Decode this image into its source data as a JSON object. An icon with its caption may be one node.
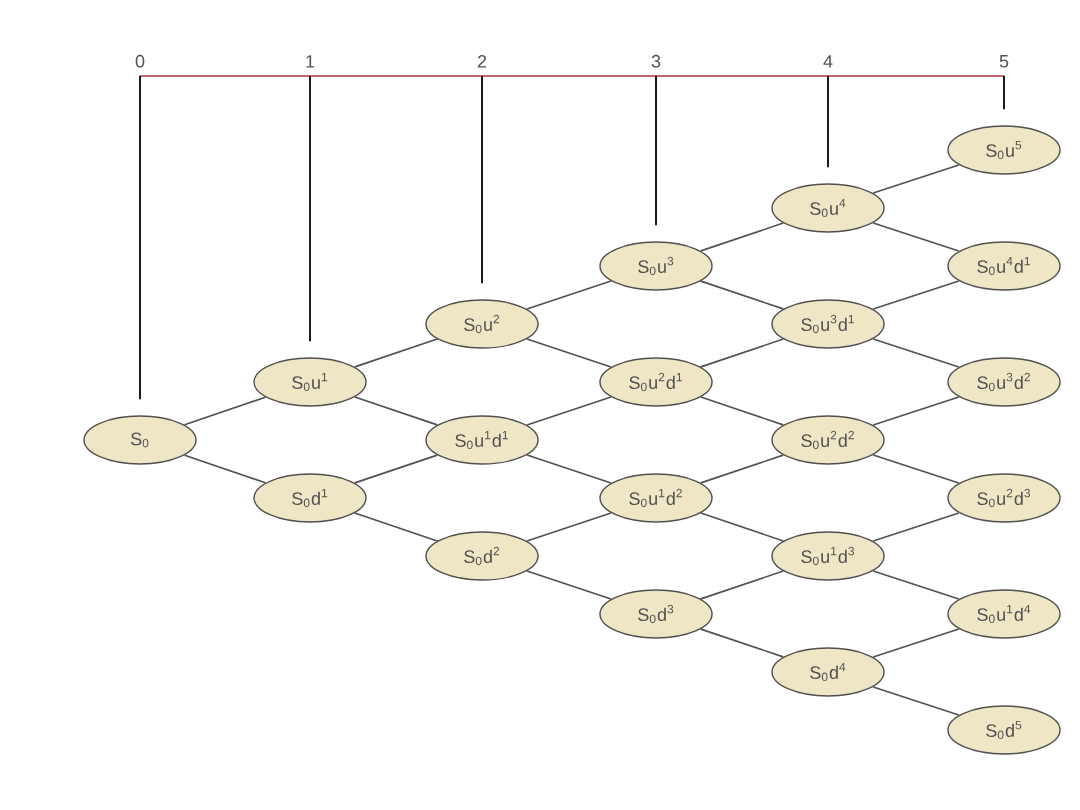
{
  "diagram": {
    "nodes": [
      {
        "text": [
          "0"
        ]
      },
      {
        "text": [
          "1"
        ]
      },
      {
        "text": [
          "2"
        ]
      },
      {
        "text": [
          "3"
        ]
      },
      {
        "text": [
          "4"
        ]
      },
      {
        "text": [
          "5"
        ]
      },
      {
        "text": [
          "S$_{0}$"
        ]
      },
      {
        "text": [
          "S$_{0}$u$^{1}$"
        ]
      },
      {
        "text": [
          "S$_{0}$d$^{1}$"
        ]
      },
      {
        "text": [
          "S$_{0}$u$^{2}$"
        ]
      },
      {
        "text": [
          "S$_{0}$u$^{1}$d$^{1}$"
        ]
      },
      {
        "text": [
          "S$_{0}$d$^{2}$"
        ]
      },
      {
        "text": [
          "S$_{0}$u$^{3}$"
        ]
      },
      {
        "text": [
          "S$_{0}$u$^{2}$d$^{1}$"
        ]
      },
      {
        "text": [
          "S$_{0}$u$^{1}$d$^{2}$"
        ]
      },
      {
        "text": [
          "S$_{0}$d$^{3}$"
        ]
      },
      {
        "text": [
          "S$_{0}$u$^{4}$"
        ]
      },
      {
        "text": [
          "S$_{0}$u$^{3}$d$^{1}$"
        ]
      },
      {
        "text": [
          "S$_{0}$u$^{2}$d$^{2}$"
        ]
      },
      {
        "text": [
          "S$_{0}$u$^{1}$d$^{3}$"
        ]
      },
      {
        "text": [
          "S$_{0}$d$^{4}$"
        ]
      },
      {
        "text": [
          "S$_{0}$u$^{5}$"
        ]
      },
      {
        "text": [
          "S$_{0}$u$^{4}$d$^{1}$"
        ]
      },
      {
        "text": [
          "S$_{0}$u$^{3}$d$^{2}$"
        ]
      },
      {
        "text": [
          "S$_{0}$u$^{2}$d$^{3}$"
        ]
      },
      {
        "text": [
          "S$_{0}$u$^{1}$d$^{4}$"
        ]
      },
      {
        "text": [
          "S$_{0}$d$^{5}$"
        ]
      }
    ],
    "edges": [
      {
        "from": 0,
        "to": 6,
        "arrow": "none"
      },
      {
        "from": 1,
        "to": 7,
        "arrow": "none"
      },
      {
        "from": 2,
        "to": 9,
        "arrow": "none"
      },
      {
        "from": 3,
        "to": 12,
        "arrow": "none"
      },
      {
        "from": 4,
        "to": 16,
        "arrow": "none"
      },
      {
        "from": 5,
        "to": 21,
        "arrow": "none"
      },
      {
        "from": 6,
        "to": 7,
        "arrow": "none"
      },
      {
        "from": 6,
        "to": 8,
        "arrow": "none"
      },
      {
        "from": 7,
        "to": 9,
        "arrow": "none"
      },
      {
        "from": 7,
        "to": 10,
        "arrow": "none"
      },
      {
        "from": 8,
        "to": 10,
        "arrow": "none"
      },
      {
        "from": 8,
        "to": 11,
        "arrow": "none"
      },
      {
        "from": 9,
        "to": 12,
        "arrow": "none"
      },
      {
        "from": 9,
        "to": 13,
        "arrow": "none"
      },
      {
        "from": 10,
        "to": 13,
        "arrow": "none"
      },
      {
        "from": 10,
        "to": 14,
        "arrow": "none"
      },
      {
        "from": 11,
        "to": 14,
        "arrow": "none"
      },
      {
        "from": 11,
        "to": 15,
        "arrow": "none"
      },
      {
        "from": 12,
        "to": 16,
        "arrow": "none"
      },
      {
        "from": 12,
        "to": 17,
        "arrow": "none"
      },
      {
        "from": 13,
        "to": 17,
        "arrow": "none"
      },
      {
        "from": 13,
        "to": 18,
        "arrow": "none"
      },
      {
        "from": 14,
        "to": 18,
        "arrow": "none"
      },
      {
        "from": 14,
        "to": 19,
        "arrow": "none"
      },
      {
        "from": 15,
        "to": 19,
        "arrow": "none"
      },
      {
        "from": 15,
        "to": 20,
        "arrow": "none"
      },
      {
        "from": 16,
        "to": 21,
        "arrow": "none"
      },
      {
        "from": 16,
        "to": 22,
        "arrow": "none"
      },
      {
        "from": 17,
        "to": 22,
        "arrow": "none"
      },
      {
        "from": 17,
        "to": 23,
        "arrow": "none"
      },
      {
        "from": 18,
        "to": 23,
        "arrow": "none"
      },
      {
        "from": 18,
        "to": 24,
        "arrow": "none"
      },
      {
        "from": 19,
        "to": 24,
        "arrow": "none"
      },
      {
        "from": 19,
        "to": 25,
        "arrow": "none"
      },
      {
        "from": 20,
        "to": 25,
        "arrow": "none"
      },
      {
        "from": 20,
        "to": 26,
        "arrow": "none"
      }
    ]
  }
}
